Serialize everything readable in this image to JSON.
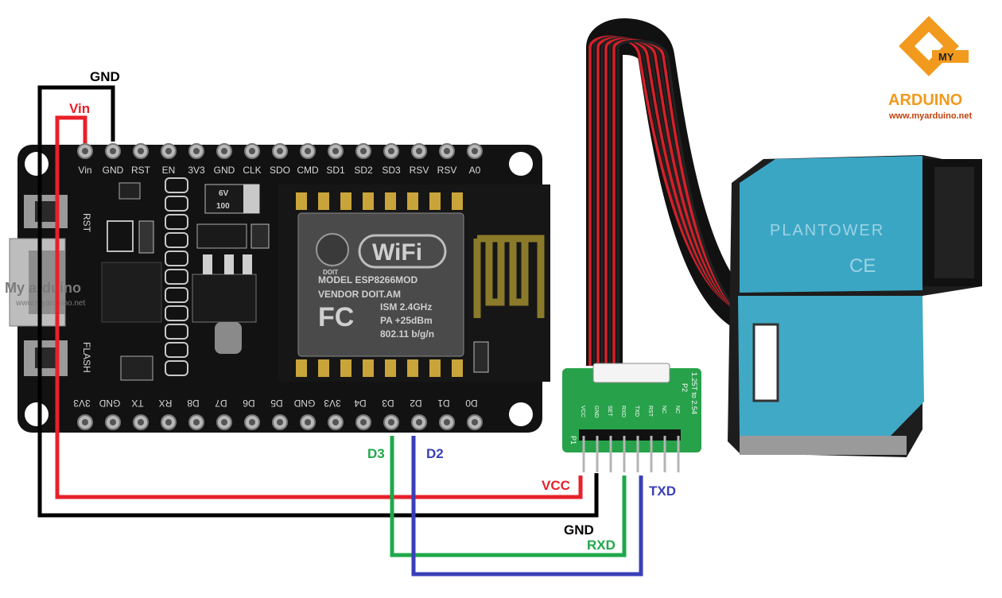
{
  "wire_labels": {
    "gnd_top": "GND",
    "vin": "Vin",
    "d3": "D3",
    "d2": "D2",
    "vcc": "VCC",
    "txd": "TXD",
    "gnd_bottom": "GND",
    "rxd": "RXD"
  },
  "colors": {
    "gnd": "#000000",
    "vin": "#e8202a",
    "d3": "#1fa84a",
    "d2": "#3a3fb8",
    "board": "#111111",
    "sensor": "#3ba6c4"
  },
  "board": {
    "top_pins": [
      "Vin",
      "GND",
      "RST",
      "EN",
      "3V3",
      "GND",
      "CLK",
      "SDO",
      "CMD",
      "SD1",
      "SD2",
      "SD3",
      "RSV",
      "RSV",
      "A0"
    ],
    "bottom_pins": [
      "3V3",
      "GND",
      "TX",
      "RX",
      "D8",
      "D7",
      "D6",
      "D5",
      "GND",
      "3V3",
      "D4",
      "D3",
      "D2",
      "D1",
      "D0"
    ],
    "side_labels": [
      "RST",
      "FLASH"
    ],
    "watermark": [
      "My arduino",
      "www.myarduino.net"
    ],
    "cap_label": [
      "6V",
      "100"
    ],
    "module": {
      "logo": "WiFi",
      "brand": "DOIT",
      "lines": [
        "MODEL      ESP8266MOD",
        "VENDOR       DOIT.AM",
        "ISM   2.4GHz",
        "PA   +25dBm",
        "802.11 b/g/n"
      ],
      "fc": "FC"
    }
  },
  "adapter": {
    "pins": [
      "VCC",
      "GND",
      "SET",
      "RXD",
      "TXD",
      "RST",
      "NC",
      "NC"
    ],
    "label_top": "1.25T to 2.54",
    "p2": "P2",
    "p1": "P1"
  },
  "sensor": {
    "brand": "PLANTOWER",
    "mark": "CE"
  },
  "logo": {
    "top": "MY",
    "word": "ARDUINO",
    "url": "www.myarduino.net"
  }
}
